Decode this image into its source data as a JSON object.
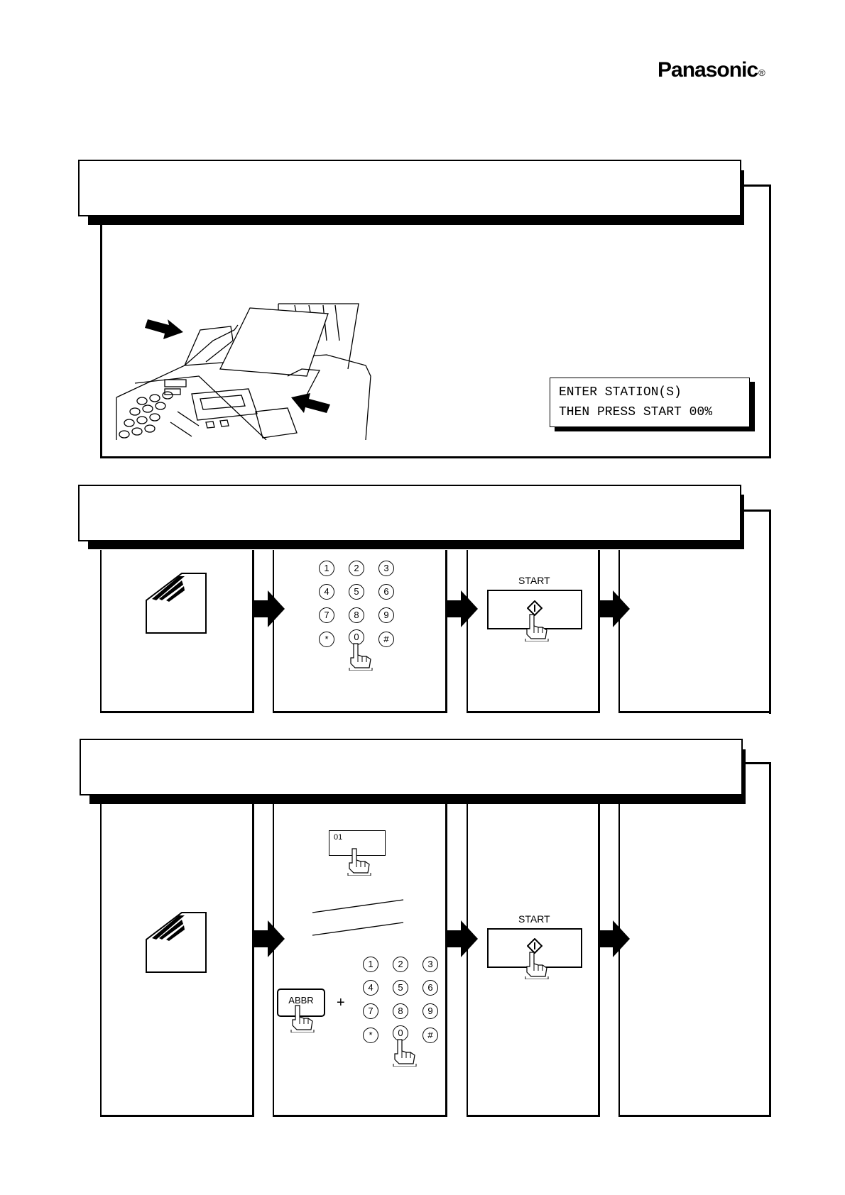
{
  "brand": {
    "name": "Panasonic",
    "mark": "®"
  },
  "section1": {
    "display_lines": [
      "ENTER STATION(S)",
      "THEN PRESS START 00%"
    ]
  },
  "section2": {
    "keypad": [
      "1",
      "2",
      "3",
      "4",
      "5",
      "6",
      "7",
      "8",
      "9",
      "*",
      "0",
      "#"
    ],
    "start_label": "START"
  },
  "section3": {
    "one_touch_label": "01",
    "abbr_label": "ABBR",
    "plus_sign": "+",
    "keypad": [
      "1",
      "2",
      "3",
      "4",
      "5",
      "6",
      "7",
      "8",
      "9",
      "*",
      "0",
      "#"
    ],
    "start_label": "START"
  },
  "icons": [
    "document-icon",
    "arrow-right-icon",
    "hand-press-icon",
    "start-diamond-icon",
    "fax-machine-illustration"
  ]
}
